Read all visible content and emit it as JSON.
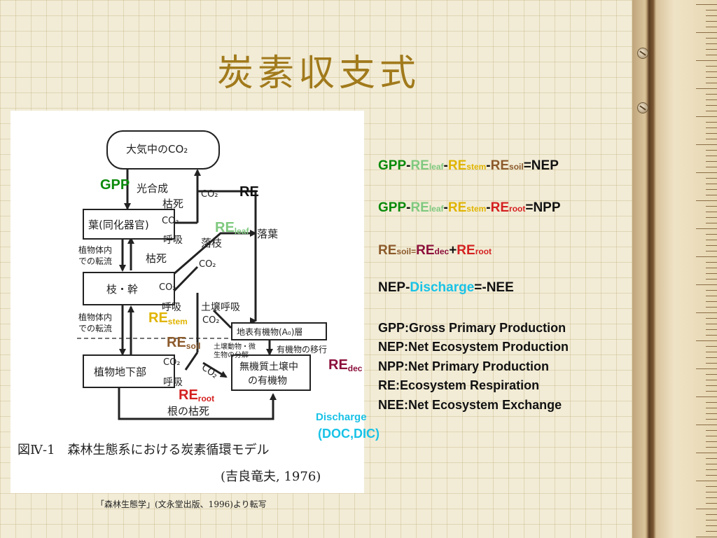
{
  "slide": {
    "title": "炭素収支式",
    "source_credit": "「森林生態学」(文永堂出版、1996)より転写"
  },
  "colors": {
    "title": "#a17a1c",
    "gpp": "#0a8a0a",
    "re_leaf": "#7fc97f",
    "re_stem": "#e0b400",
    "re_soil": "#8c5a2b",
    "re_root": "#d42020",
    "re_dec": "#8b0f3b",
    "discharge": "#19c2e6"
  },
  "diagram": {
    "boxes": {
      "atmosphere": "大気中のCO₂",
      "leaf": "葉(同化器官)",
      "stem": "枝・幹",
      "below": "植物地下部",
      "litter": "地表有機物(A₀)層",
      "soil": "無機質土壌中",
      "soil2": "の有機物"
    },
    "texts": {
      "photosynthesis": "光合成",
      "co2_a": "CO₂",
      "co2_b": "CO₂",
      "co2_c": "CO₂",
      "co2_d": "CO₂",
      "co2_e": "CO₂",
      "co2_f": "CO₂",
      "co2_g": "CO₂",
      "die1": "枯死",
      "die2": "枯死",
      "resp1": "呼吸",
      "resp2": "呼吸",
      "resp3": "呼吸",
      "fallen_leaves": "落葉",
      "fallen_branches": "落枝",
      "soil_resp": "土壌呼吸",
      "transfer1a": "植物体内",
      "transfer1b": "での転流",
      "transfer2a": "植物体内",
      "transfer2b": "での転流",
      "soil_animals": "土壌動物・微",
      "soil_animals2": "生物の分解",
      "organic_move": "有機物の移行",
      "root_death": "根の枯死"
    },
    "figure_caption": "図Ⅳ-1　森林生態系における炭素循環モデル",
    "figure_credit": "(吉良竜夫, 1976)",
    "overlays": {
      "gpp": "GPP",
      "re": "RE",
      "re_leaf": "RE",
      "re_leaf_sub": "leaf",
      "re_stem": "RE",
      "re_stem_sub": "stem",
      "re_soil": "RE",
      "re_soil_sub": "soil",
      "re_root": "RE",
      "re_root_sub": "root",
      "re_dec": "RE",
      "re_dec_sub": "dec",
      "discharge": "Discharge",
      "discharge2": "(DOC,DIC)"
    }
  },
  "equations": {
    "eq1": {
      "gpp": "GPP",
      "m1": "-",
      "r1": "RE",
      "s1": "leaf",
      "m2": "-",
      "r2": "RE",
      "s2": "stem",
      "m3": "-",
      "r3": "RE",
      "s3": "soil",
      "res": "=NEP"
    },
    "eq2": {
      "gpp": "GPP",
      "m1": "-",
      "r1": "RE",
      "s1": "leaf",
      "m2": "-",
      "r2": "RE",
      "s2": "stem",
      "m3": "-",
      "r3": "RE",
      "s3": "root",
      "res": "=NPP"
    },
    "eq3": {
      "r0": "RE",
      "s0": "soil=",
      "r1": "RE",
      "s1": "dec",
      "plus": "+",
      "r2": "RE",
      "s2": "root"
    },
    "eq4": {
      "a": "NEP-",
      "b": "Discharge",
      "c": "=-NEE"
    }
  },
  "glossary": [
    "GPP:Gross Primary Production",
    "NEP:Net Ecosystem Production",
    "NPP:Net Primary Production",
    "RE:Ecosystem Respiration",
    "NEE:Net Ecosystem Exchange"
  ]
}
